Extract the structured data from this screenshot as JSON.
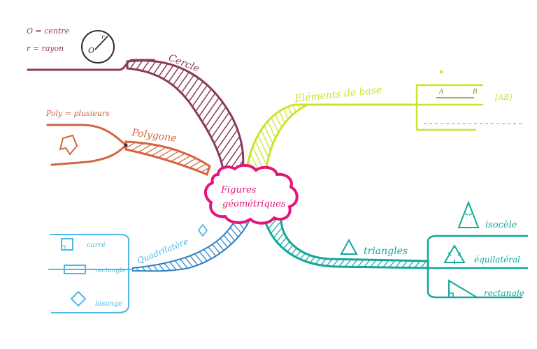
{
  "center": {
    "line1": "Figures",
    "line2": "géométriques"
  },
  "branches": {
    "cercle": {
      "label": "Cercle",
      "notes": [
        "O = centre",
        "r = rayon"
      ],
      "icon_labels": {
        "center": "O",
        "radius": "r"
      }
    },
    "polygone": {
      "label": "Polygone",
      "note": "Poly = plusieurs"
    },
    "elements": {
      "label": "Eléments de base",
      "points": {
        "a": "A",
        "b": "B"
      },
      "segment": "[AB]"
    },
    "triangles": {
      "label": "triangles",
      "items": [
        "isocèle",
        "équilatéral",
        "rectangle"
      ]
    },
    "quadrilatere": {
      "label": "Quadrilatère",
      "items": [
        "carré",
        "rectangle",
        "losange"
      ]
    }
  },
  "colors": {
    "center": "#e5157a",
    "cercle": "#8a3b5c",
    "polygone": "#d4643e",
    "elements": "#cde32a",
    "triangles": "#12a89a",
    "quadrilatere": "#4db9e6",
    "quad_band": "#2d7fc4"
  },
  "icons": [
    "circle-radius-icon",
    "arrow-pentagon-icon",
    "segment-icon",
    "triangle-icon",
    "isosceles-triangle-icon",
    "equilateral-triangle-icon",
    "right-triangle-icon",
    "rhombus-icon",
    "square-icon",
    "rectangle-icon",
    "diamond-icon"
  ]
}
